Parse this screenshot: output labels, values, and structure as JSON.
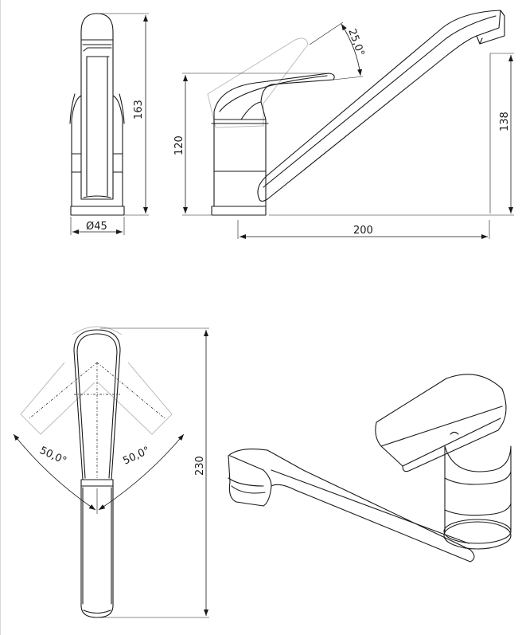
{
  "drawing": {
    "front_view": {
      "height_label": "163",
      "diameter_label": "Ø45"
    },
    "side_view": {
      "handle_height_label": "120",
      "spout_height_label": "138",
      "reach_label": "200",
      "lever_tilt_label": "25,0°"
    },
    "top_view": {
      "length_label": "230",
      "left_rotation_label": "50,0°",
      "right_rotation_label": "50,0°"
    }
  }
}
